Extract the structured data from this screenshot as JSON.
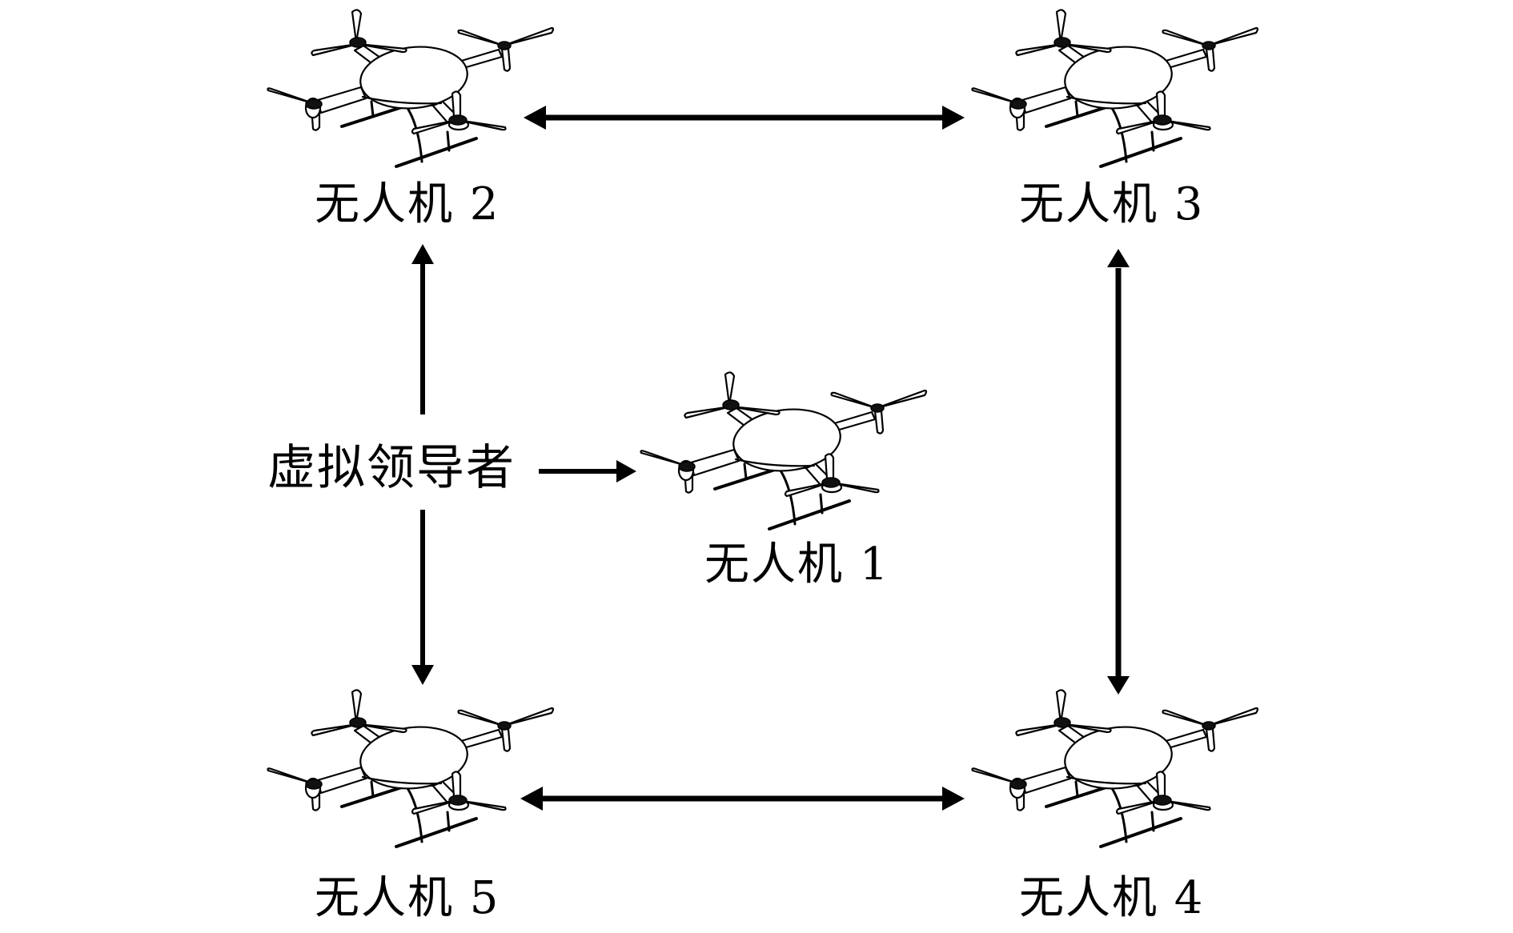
{
  "figure": {
    "type": "formation-topology-diagram",
    "leader": {
      "label": "虚拟领导者"
    },
    "uavs": [
      {
        "id": 1,
        "label": "无人机 1",
        "icon": "quadcopter-drone-icon"
      },
      {
        "id": 2,
        "label": "无人机 2",
        "icon": "quadcopter-drone-icon"
      },
      {
        "id": 3,
        "label": "无人机 3",
        "icon": "quadcopter-drone-icon"
      },
      {
        "id": 4,
        "label": "无人机 4",
        "icon": "quadcopter-drone-icon"
      },
      {
        "id": 5,
        "label": "无人机 5",
        "icon": "quadcopter-drone-icon"
      }
    ],
    "edges": [
      {
        "from": "虚拟领导者",
        "to": "无人机 1",
        "direction": "one-way"
      },
      {
        "from": "虚拟领导者",
        "to": "无人机 2",
        "direction": "one-way"
      },
      {
        "from": "虚拟领导者",
        "to": "无人机 5",
        "direction": "one-way"
      },
      {
        "from": "无人机 2",
        "to": "无人机 3",
        "direction": "bidirectional"
      },
      {
        "from": "无人机 3",
        "to": "无人机 4",
        "direction": "bidirectional"
      },
      {
        "from": "无人机 5",
        "to": "无人机 4",
        "direction": "bidirectional"
      }
    ],
    "colors": {
      "line": "#000000",
      "background": "#ffffff"
    }
  }
}
